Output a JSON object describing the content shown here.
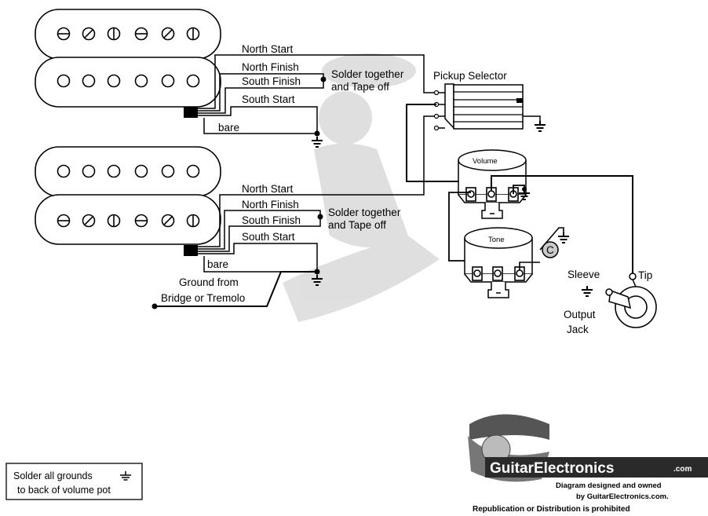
{
  "pickups": {
    "neck_wires": {
      "north_start": "North Start",
      "north_finish": "North Finish",
      "south_finish": "South Finish",
      "south_start": "South Start",
      "bare": "bare"
    },
    "bridge_wires": {
      "north_start": "North Start",
      "north_finish": "North Finish",
      "south_finish": "South Finish",
      "south_start": "South Start",
      "bare": "bare"
    },
    "solder_note_line1": "Solder together",
    "solder_note_line2": "and Tape off"
  },
  "components": {
    "pickup_selector": "Pickup Selector",
    "volume": "Volume",
    "tone": "Tone",
    "capacitor": "C",
    "sleeve": "Sleeve",
    "tip": "Tip",
    "output_jack_line1": "Output",
    "output_jack_line2": "Jack"
  },
  "ground_note": {
    "line1": "Ground from",
    "line2": "Bridge or Tremolo"
  },
  "footer_note": {
    "line1": "Solder all grounds",
    "line2": "to back of volume pot"
  },
  "logo": {
    "brand": "GuitarElectronics",
    "tld": ".com",
    "line1": "Diagram designed and owned",
    "line2": "by GuitarElectronics.com.",
    "line3": "Republication or Distribution is prohibited"
  }
}
